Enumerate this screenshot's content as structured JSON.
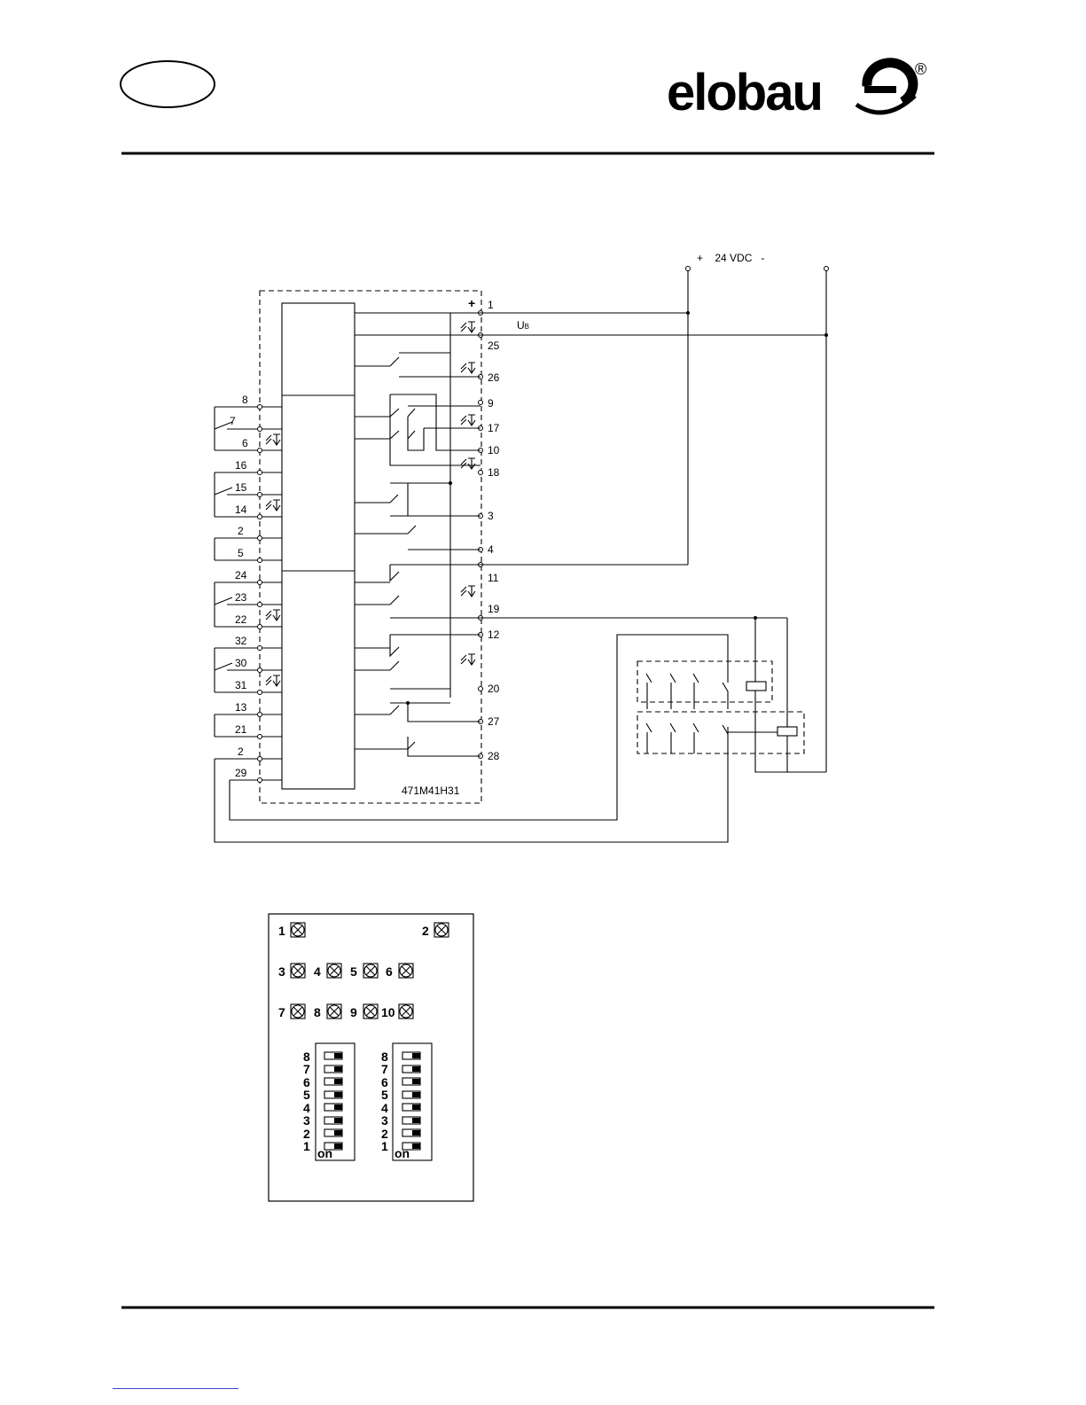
{
  "header": {
    "brand": "elobau",
    "registered_mark": "®"
  },
  "supply": {
    "label": "+    24 VDC   -"
  },
  "module": {
    "ub_label": "U",
    "ub_sub": "B",
    "plus_label": "+",
    "part_number": "471M41H31"
  },
  "terminals_right": [
    "1",
    "25",
    "26",
    "9",
    "17",
    "10",
    "18",
    "3",
    "4",
    "11",
    "19",
    "12",
    "20",
    "27",
    "28"
  ],
  "terminals_left": [
    "8",
    "7",
    "6",
    "16",
    "15",
    "14",
    "2",
    "5",
    "24",
    "23",
    "22",
    "32",
    "30",
    "31",
    "13",
    "21",
    "2",
    "29"
  ],
  "panel": {
    "leds": [
      "1",
      "2",
      "3",
      "4",
      "5",
      "6",
      "7",
      "8",
      "9",
      "10"
    ],
    "dip_switch_positions": [
      "8",
      "7",
      "6",
      "5",
      "4",
      "3",
      "2",
      "1"
    ],
    "dip_on_label": "on"
  }
}
